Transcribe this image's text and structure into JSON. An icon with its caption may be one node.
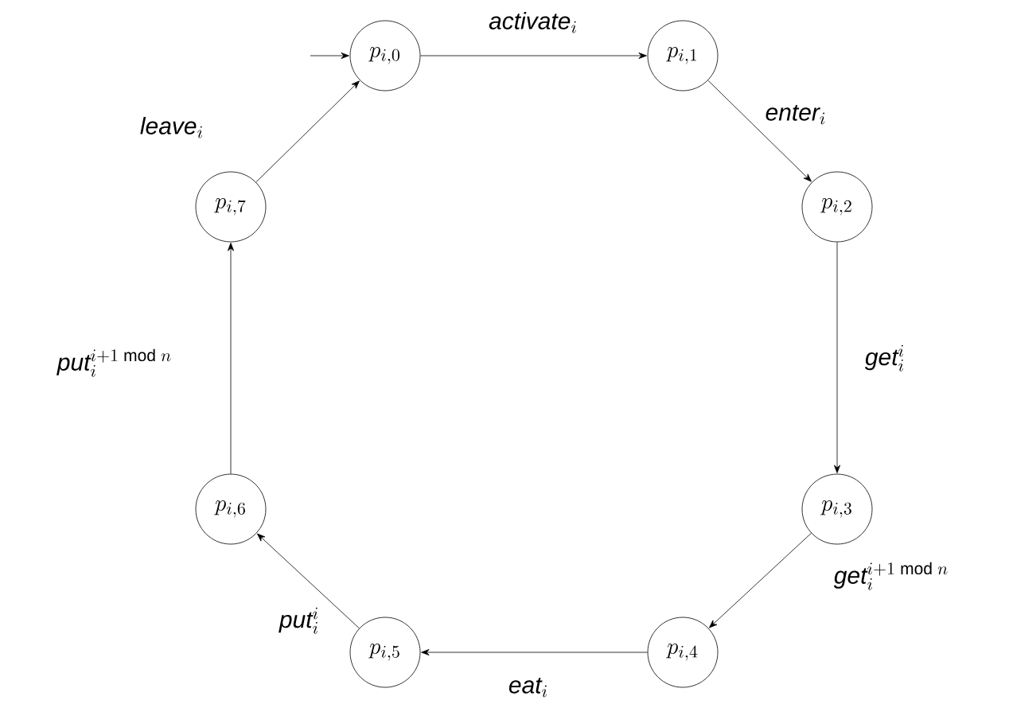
{
  "diagram": {
    "nodes": [
      {
        "text": [
          "p_{i,0}"
        ]
      },
      {
        "text": [
          "p_{i,1}"
        ]
      },
      {
        "text": [
          "p_{i,2}"
        ]
      },
      {
        "text": [
          "p_{i,3}"
        ]
      },
      {
        "text": [
          "p_{i,4}"
        ]
      },
      {
        "text": [
          "p_{i,5}"
        ]
      },
      {
        "text": [
          "p_{i,6}"
        ]
      },
      {
        "text": [
          "p_{i,7}"
        ]
      }
    ],
    "edges": [
      {
        "from": null,
        "to": 0,
        "arrow": "to"
      },
      {
        "from": 0,
        "to": 1,
        "arrow": "to",
        "label": "\\mathit{activate}_i"
      },
      {
        "from": 1,
        "to": 2,
        "arrow": "to",
        "label": "\\mathit{enter}_i"
      },
      {
        "from": 2,
        "to": 3,
        "arrow": "to",
        "label": "\\mathit{get}_i^i"
      },
      {
        "from": 3,
        "to": 4,
        "arrow": "to",
        "label": "\\mathit{get}_i^{i+1 \\bmod n}"
      },
      {
        "from": 4,
        "to": 5,
        "arrow": "to",
        "label": "\\mathit{eat}_i"
      },
      {
        "from": 5,
        "to": 6,
        "arrow": "to",
        "label": "\\mathit{put}_i^i"
      },
      {
        "from": 6,
        "to": 7,
        "arrow": "to",
        "label": "\\mathit{put}_i^{i+1 \\bmod n}"
      },
      {
        "from": 7,
        "to": 0,
        "arrow": "to",
        "label": "\\mathit{leave}_i"
      }
    ]
  }
}
